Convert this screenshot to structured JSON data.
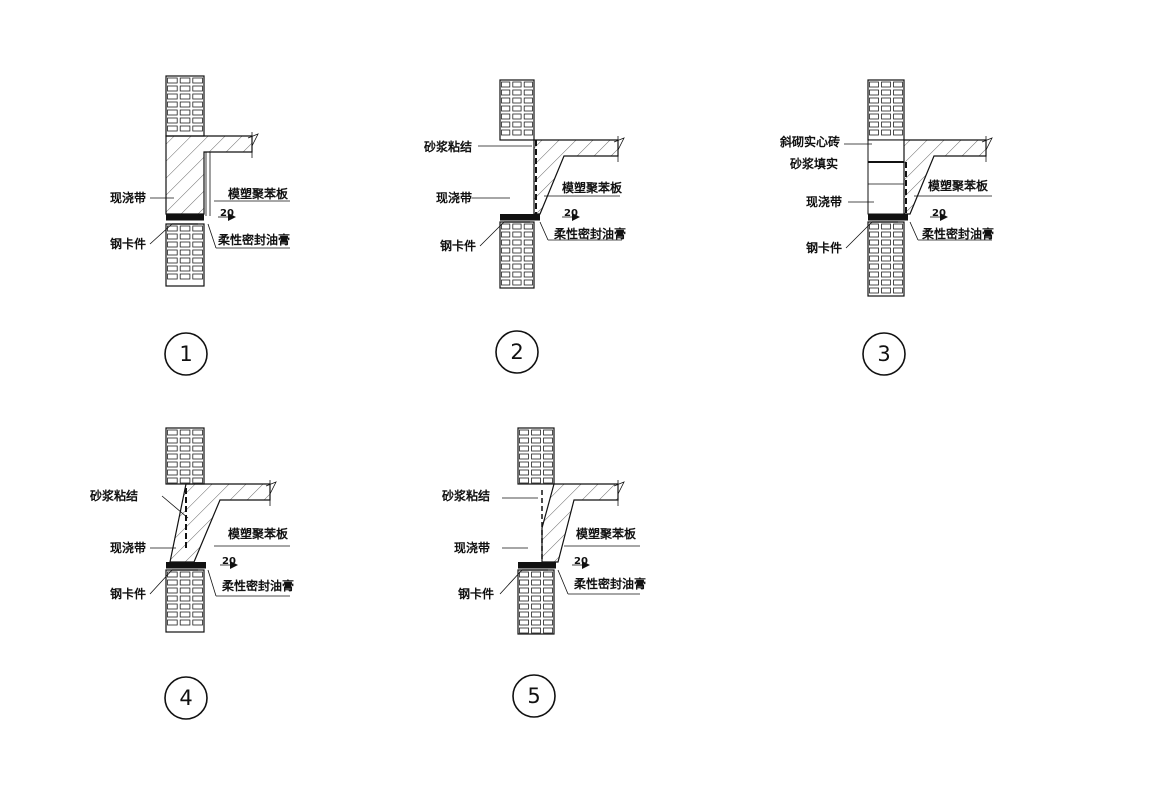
{
  "details": [
    {
      "number": "1",
      "labels": {
        "cast_band": "现浇带",
        "steel_clip": "钢卡件",
        "eps_board": "模塑聚苯板",
        "gap": "20",
        "sealant": "柔性密封油膏"
      }
    },
    {
      "number": "2",
      "labels": {
        "mortar_bond": "砂浆粘结",
        "cast_band": "现浇带",
        "steel_clip": "钢卡件",
        "eps_board": "模塑聚苯板",
        "gap": "20",
        "sealant": "柔性密封油膏"
      }
    },
    {
      "number": "3",
      "labels": {
        "inclined_brick": "斜砌实心砖",
        "mortar_fill": "砂浆填实",
        "cast_band": "现浇带",
        "steel_clip": "钢卡件",
        "eps_board": "模塑聚苯板",
        "gap": "20",
        "sealant": "柔性密封油膏"
      }
    },
    {
      "number": "4",
      "labels": {
        "mortar_bond": "砂浆粘结",
        "cast_band": "现浇带",
        "steel_clip": "钢卡件",
        "eps_board": "模塑聚苯板",
        "gap": "20",
        "sealant": "柔性密封油膏"
      }
    },
    {
      "number": "5",
      "labels": {
        "mortar_bond": "砂浆粘结",
        "cast_band": "现浇带",
        "steel_clip": "钢卡件",
        "eps_board": "模塑聚苯板",
        "gap": "20",
        "sealant": "柔性密封油膏"
      }
    }
  ]
}
